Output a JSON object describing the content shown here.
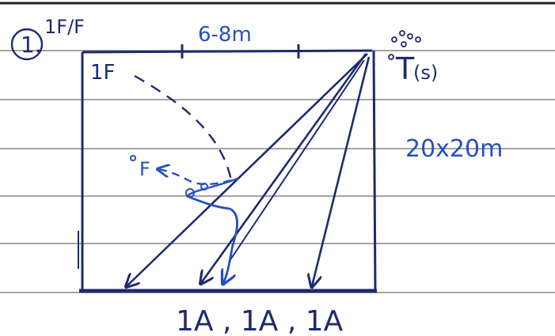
{
  "sheet": {
    "number": "1.",
    "heading": "1F/F"
  },
  "field": {
    "top_label": "6-8m",
    "size_label": "20x20m",
    "corner_label": "1F",
    "bottom_label": "1A , 1A , 1A"
  },
  "markers": {
    "trainer_label": "T",
    "trainer_sub": "(s)",
    "recovery_label": "F"
  },
  "colors": {
    "ink_dark": "#1e2a6e",
    "ink_blue": "#2450c0",
    "ruled_line": "#6d6d6d"
  }
}
